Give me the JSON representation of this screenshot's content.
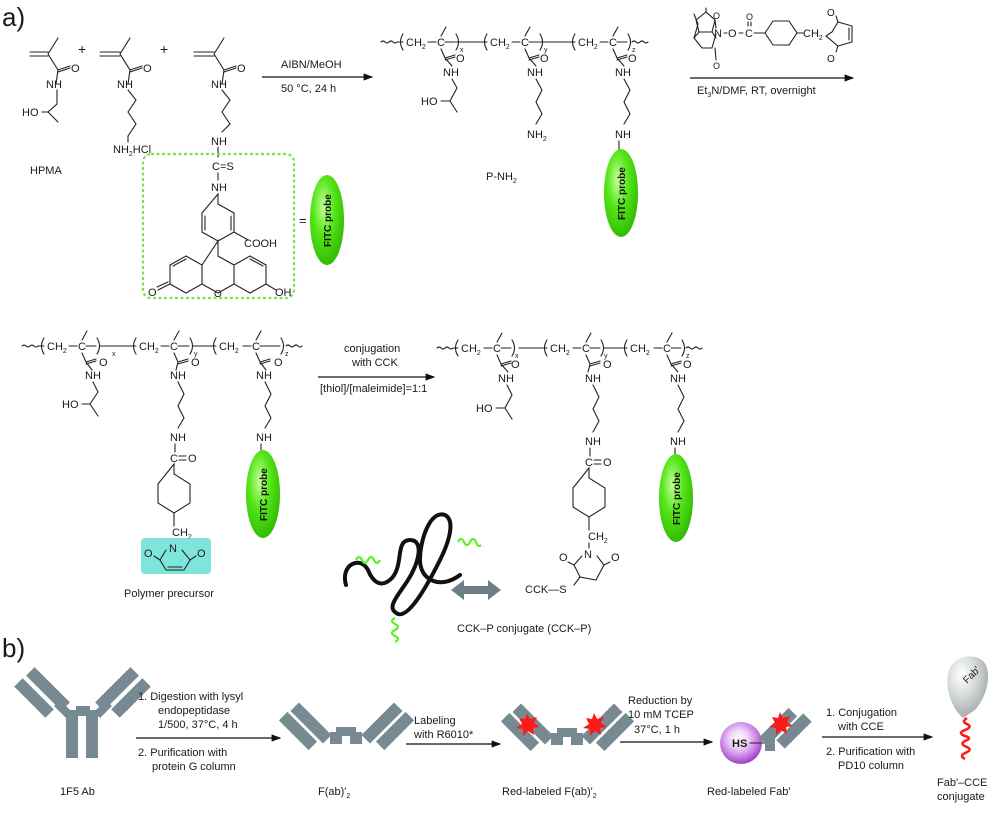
{
  "panels": {
    "a": {
      "label": "a)",
      "monomers": {
        "plus": "+",
        "hpma_name": "HPMA",
        "ho": "HO",
        "nh": "NH",
        "o": "O",
        "nh2hcl_main": "NH",
        "nh2hcl_sub": "2",
        "nh2hcl_tail": "HCl",
        "cs": "C=S",
        "cooh": "COOH",
        "oh": "OH",
        "equals": "="
      },
      "step1": {
        "line1": "AIBN/MeOH",
        "line2": "50 °C, 24 h"
      },
      "product1": {
        "name_main": "P-NH",
        "name_sub": "2"
      },
      "polymer": {
        "ch2_main": "CH",
        "ch2_sub": "2",
        "c": "C",
        "sub_x": "x",
        "sub_y": "y",
        "sub_z": "z",
        "nh2_main": "NH",
        "nh2_sub": "2"
      },
      "step2": {
        "reagent_n": "N",
        "reagent_o": "O",
        "reagent_c": "C",
        "reagent_ch2": "CH",
        "reagent_ch2_sub": "2",
        "line_main1": "Et",
        "line_sub": "3",
        "line_main2": "N/DMF, RT, overnight"
      },
      "precursor_name": "Polymer precursor",
      "step3": {
        "line1": "conjugation",
        "line2": "with CCK",
        "line3": "[thiol]/[maleimide]=1:1"
      },
      "conjugate": {
        "cck_s": "CCK—S",
        "n": "N",
        "co": "C=O",
        "name": "CCK–P conjugate (CCK–P)"
      },
      "probe_label": "FITC probe",
      "colors": {
        "fitc_green": "#44dd11",
        "dashed_box": "#7ee05a",
        "maleimide_highlight": "#66e0d2",
        "double_arrow": "#6d7f87",
        "coil_green": "#5ef022"
      }
    },
    "b": {
      "label": "b)",
      "antibody_name": "1F5 Ab",
      "step1": {
        "line1": "1.   Digestion with lysyl",
        "line2": "endopeptidase",
        "line3": "1/500, 37°C, 4 h",
        "line4": "2. Purification with",
        "line5": "protein G column"
      },
      "fab2_name_main": "F(ab)'",
      "fab2_name_sub": "2",
      "step2": {
        "line1": "Labeling",
        "line2": "with R6010*"
      },
      "red_fab2_main": "Red-labeled F(ab)'",
      "red_fab2_sub": "2",
      "step3": {
        "line1": "Reduction by",
        "line2": "10 mM TCEP",
        "line3": "37°C, 1 h"
      },
      "hs_label": "HS",
      "red_fab_name": "Red-labeled Fab'",
      "step4": {
        "line1": "1. Conjugation",
        "line2": "with CCE",
        "line3": "2. Purification with",
        "line4": "PD10 column"
      },
      "fab_tag": "Fab'",
      "final_name_line1": "Fab'–CCE",
      "final_name_line2": "conjugate",
      "colors": {
        "antibody_gray": "#778a92",
        "red_label": "#ff1a1a",
        "sphere_purple": "#b35ad6",
        "fab_gray": "#c8cccd"
      }
    }
  }
}
